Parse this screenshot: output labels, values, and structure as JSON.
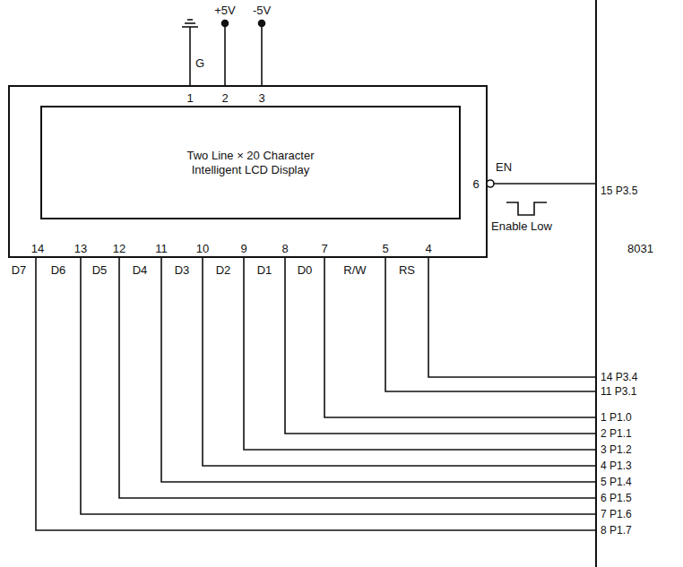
{
  "diagram": {
    "nodes": [
      {
        "text": [
          "Two Line × 20 Character Intelligent LCD Display"
        ]
      }
    ],
    "labels": [
      "G",
      "+5V",
      "-5V",
      "1",
      "2",
      "3",
      "EN",
      "6",
      "Enable Low",
      "8031",
      "15 P3.5",
      "14",
      "13",
      "12",
      "11",
      "10",
      "9",
      "8",
      "7",
      "5",
      "4",
      "D7",
      "D6",
      "D5",
      "D4",
      "D3",
      "D2",
      "D1",
      "D0",
      "R/W",
      "RS",
      "14 P3.4",
      "11 P3.1",
      "1 P1.0",
      "2 P1.1",
      "3 P1.2",
      "4 P1.3",
      "5 P1.4",
      "6 P1.5",
      "7 P1.6",
      "8 P1.7"
    ]
  }
}
